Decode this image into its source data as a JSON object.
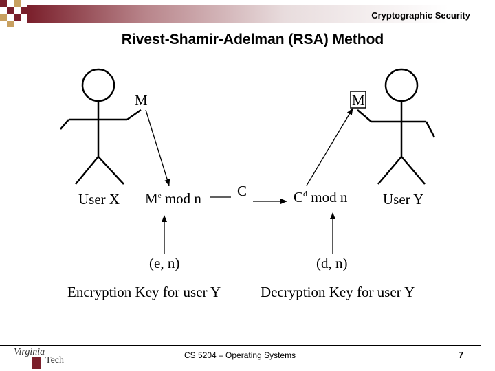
{
  "header": {
    "title": "Cryptographic Security"
  },
  "slide": {
    "title": "Rivest-Shamir-Adelman (RSA) Method",
    "labels": {
      "message_left": "M",
      "message_right": "M",
      "user_x": "User X",
      "encrypt_base": "M",
      "encrypt_exp": "e",
      "encrypt_rest": " mod n",
      "ciphertext": "C",
      "decrypt_base": "C",
      "decrypt_exp": "d",
      "decrypt_rest": " mod n",
      "user_y": "User Y",
      "key_public": "(e, n)",
      "key_private": "(d, n)",
      "encryption_caption": "Encryption Key for user Y",
      "decryption_caption": "Decryption Key for user Y"
    }
  },
  "footer": {
    "course": "CS 5204 – Operating Systems",
    "page": "7",
    "logo_top": "Virginia",
    "logo_bottom": "Tech"
  },
  "colors": {
    "accent": "#7a1f2b"
  }
}
